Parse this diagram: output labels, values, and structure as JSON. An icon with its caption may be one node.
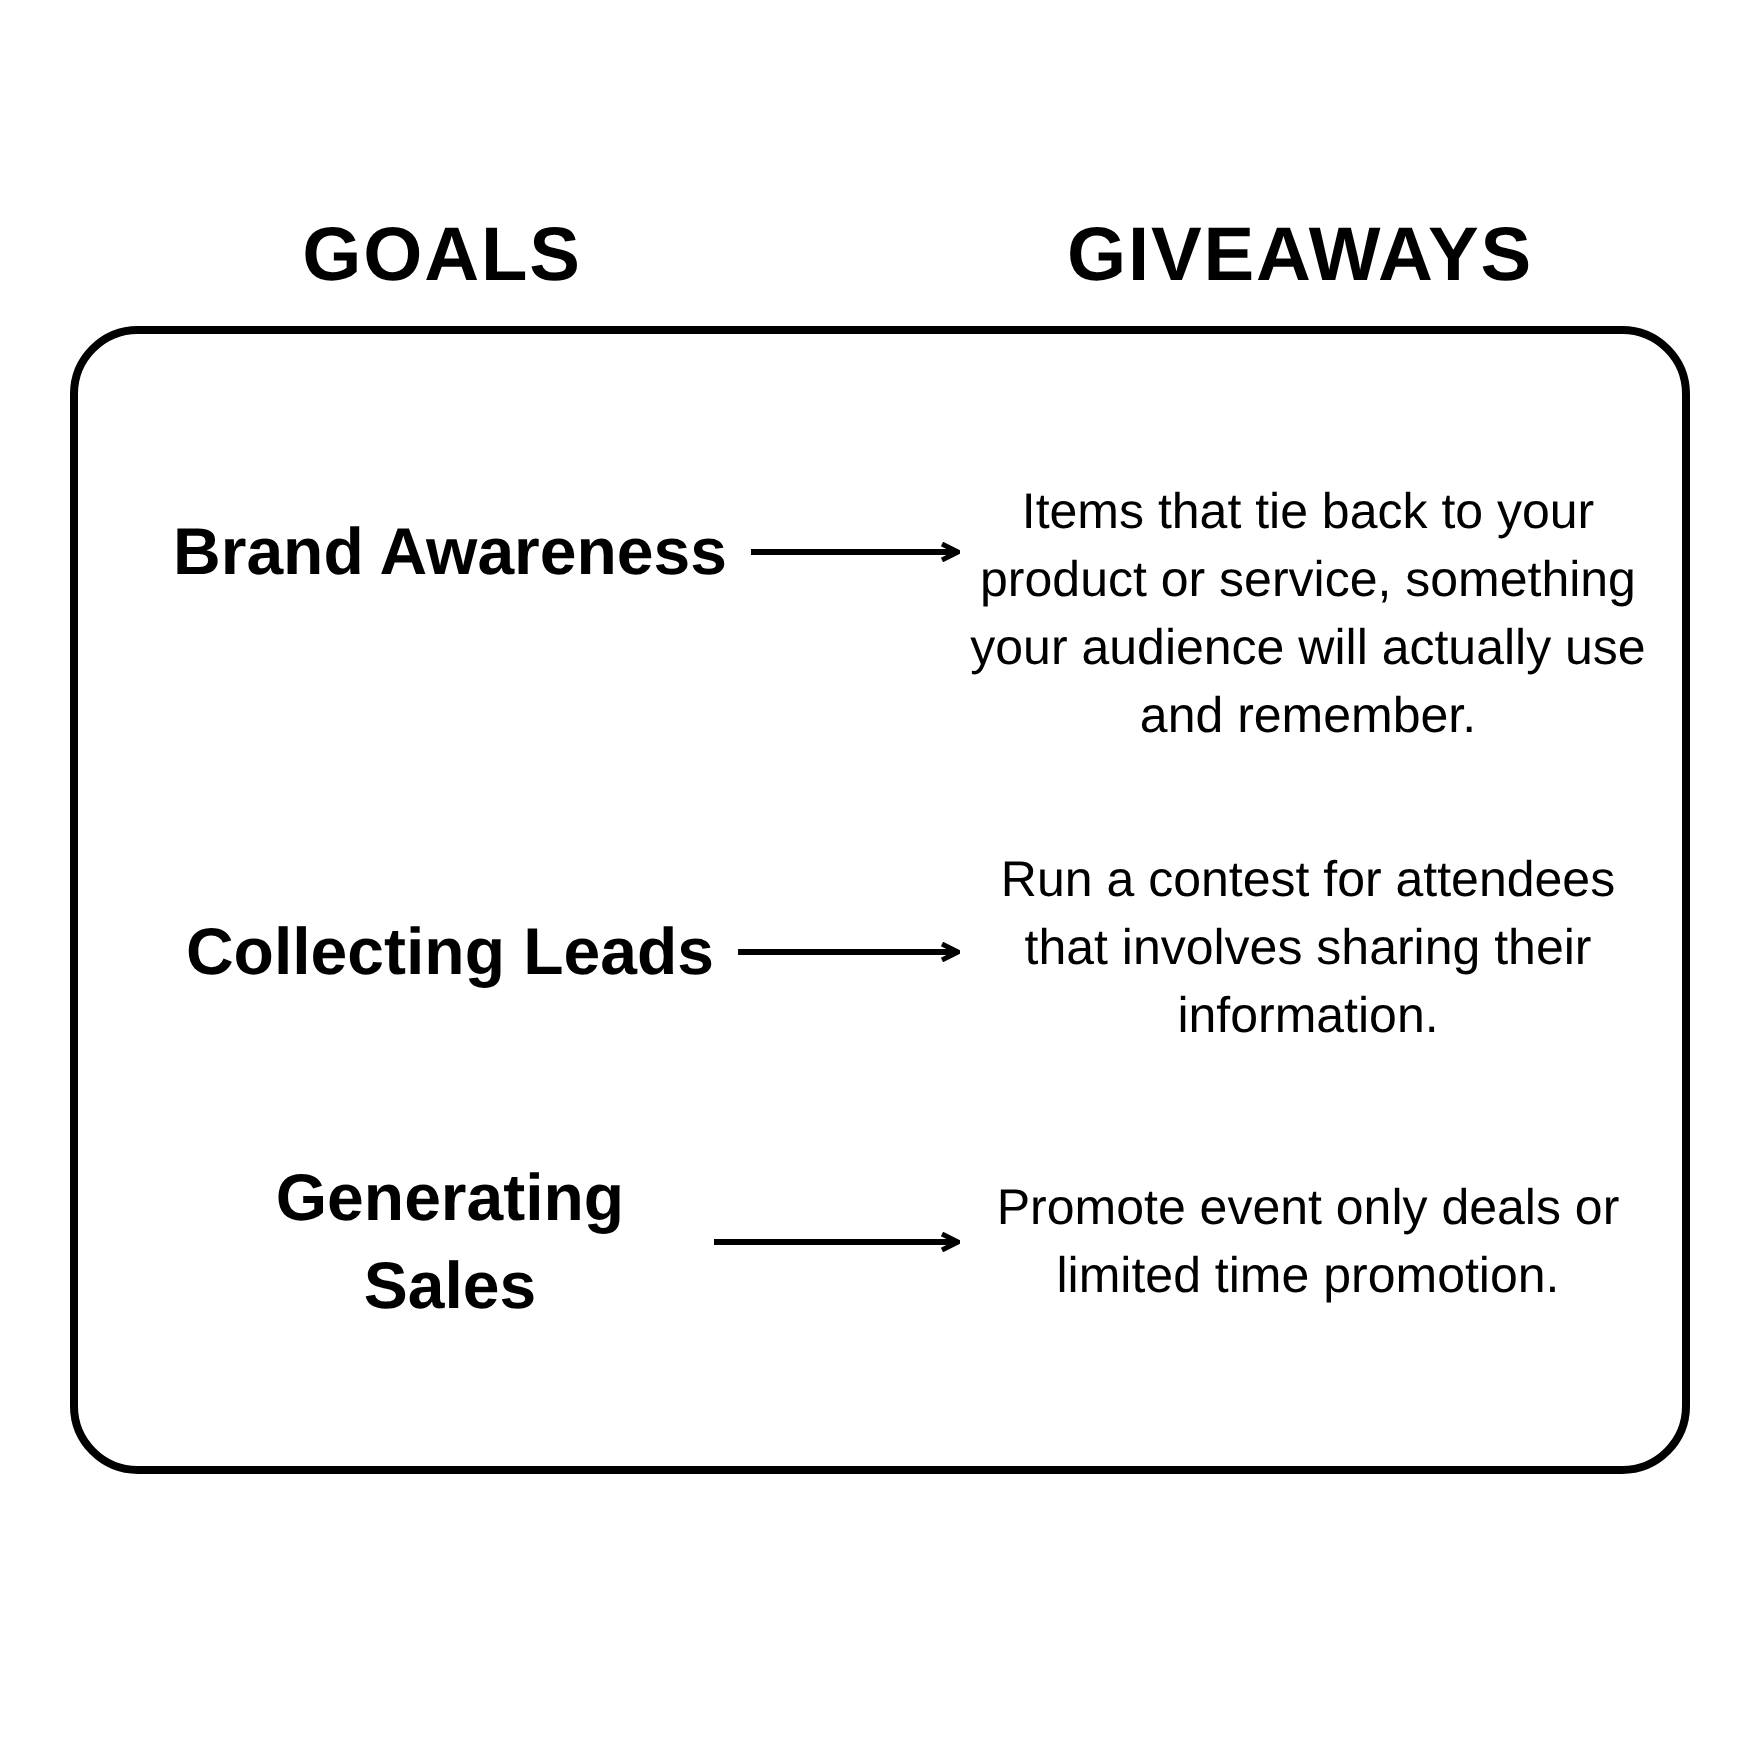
{
  "diagram": {
    "nodes": [
      {
        "text": [],
        "shape": "box"
      },
      {
        "text": [
          "Brand Awareness"
        ],
        "in": 0
      },
      {
        "text": [
          "Items that tie back to your product or service, something your audience will actually use and remember."
        ],
        "in": 0
      },
      {
        "text": [
          "Collecting Leads"
        ],
        "in": 0
      },
      {
        "text": [
          "Run a contest for attendees that involves sharing their information."
        ],
        "in": 0
      },
      {
        "text": [
          "Generating Sales"
        ],
        "in": 0
      },
      {
        "text": [
          "Promote event only deals or limited time promotion."
        ],
        "in": 0
      }
    ],
    "edges": [
      {
        "from": 1,
        "to": 2,
        "arrow": "to"
      },
      {
        "from": 3,
        "to": 4,
        "arrow": "to"
      },
      {
        "from": 5,
        "to": 6,
        "arrow": "to"
      }
    ],
    "labels": [
      "GOALS",
      "GIVEAWAYS"
    ]
  }
}
